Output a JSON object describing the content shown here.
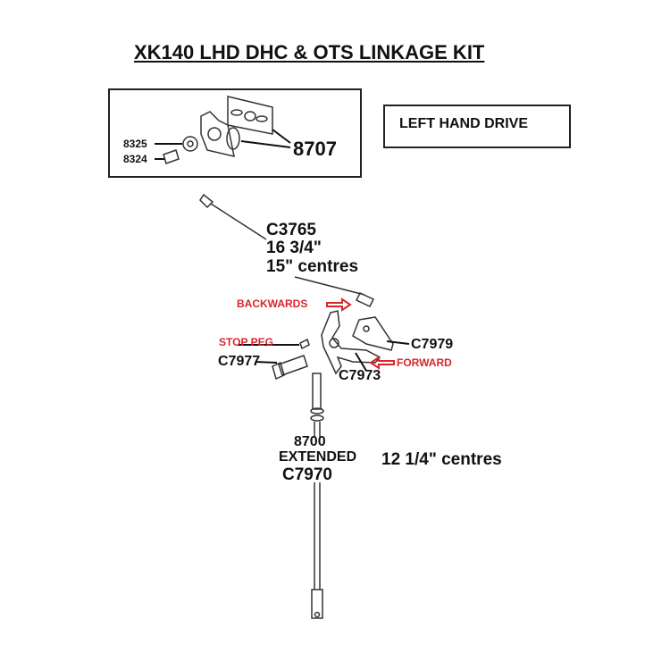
{
  "title": "XK140 LHD DHC & OTS LINKAGE KIT",
  "drive_label": "LEFT HAND DRIVE",
  "inset": {
    "part_8325": "8325",
    "part_8324": "8324",
    "part_8707": "8707"
  },
  "upper_rod": {
    "part": "C3765",
    "length": "16 3/4\"",
    "centres": "15\" centres"
  },
  "directions": {
    "backwards": "BACKWARDS",
    "forward": "FORWARD",
    "stop_peg": "STOP PEG"
  },
  "parts": {
    "c7979": "C7979",
    "c7977": "C7977",
    "c7973": "C7973"
  },
  "lower_rod": {
    "part": "8700",
    "extended": "EXTENDED",
    "part2": "C7970",
    "centres": "12 1/4\" centres"
  },
  "colors": {
    "accent_red": "#d9262b",
    "ink": "#111111"
  }
}
